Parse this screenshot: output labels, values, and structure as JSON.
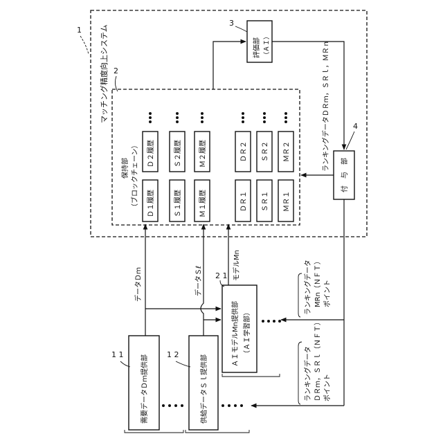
{
  "refs": {
    "system": "1",
    "holding": "2",
    "evaluation": "3",
    "grant": "4",
    "demand_supplier": "1 1",
    "supply_supplier": "1 2",
    "ai_supplier": "2 1"
  },
  "labels": {
    "system_title": "マッチング精度向上システム",
    "holding_title": "保持部",
    "holding_sub": "（ブロックチェーン）",
    "evaluation_title": "評価部",
    "evaluation_sub": "（ＡＩ）",
    "grant_label": "付　与　部",
    "demand_supplier": "需要データＤｍ提供部",
    "supply_supplier": "供給データＳｌ提供部",
    "ai_supplier_1": "ＡＩモデルMn提供部",
    "ai_supplier_2": "（ＡＩ学習部）",
    "ranking_eval": "ランキングデータＤＲｍ，ＳＲｌ，ＭＲｎ",
    "data_dm": "データＤｍ",
    "data_sl": "データＳℓ",
    "model_mn": "モデルMn",
    "rank_mrn_1": "ランキングデータ",
    "rank_mrn_2": "MRn（ＮＦＴ）",
    "rank_mrn_3": "ポイント",
    "rank_dsr_1": "ランキングデータ",
    "rank_dsr_2": "ＤＲｍ，ＳＲｌ（ＮＦＴ）",
    "rank_dsr_3": "ポイント"
  },
  "history": {
    "row_top": [
      "Ｄ２履歴",
      "Ｓ２履歴",
      "Ｍ２履歴"
    ],
    "row_bottom": [
      "Ｄ１履歴",
      "Ｓ１履歴",
      "Ｍ１履歴"
    ],
    "rank_top": [
      "ＤＲ２",
      "ＳＲ２",
      "ＭＲ２"
    ],
    "rank_bottom": [
      "ＤＲ１",
      "ＳＲ１",
      "ＭＲ１"
    ]
  }
}
